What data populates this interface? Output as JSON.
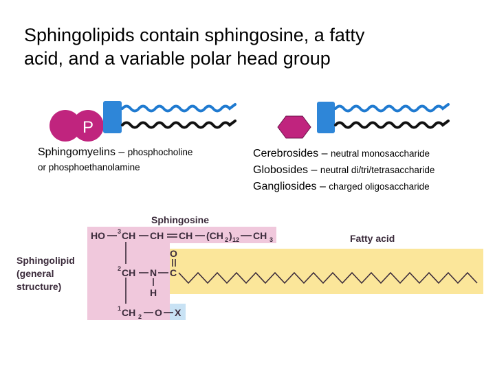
{
  "title": {
    "line1": "Sphingolipids contain sphingosine, a fatty",
    "line2": "acid, and a variable polar head group"
  },
  "left_molecule": {
    "head_label": "P",
    "caption_main": "Sphingomyelins – ",
    "caption_detail": "phosphocholine",
    "caption_line2": "or phosphoethanolamine"
  },
  "right_molecule": {
    "captions": [
      {
        "main": "Cerebrosides – ",
        "detail": "neutral monosaccharide"
      },
      {
        "main": "Globosides – ",
        "detail": "neutral di/tri/tetrasaccharide"
      },
      {
        "main": "Gangliosides – ",
        "detail": "charged oligosaccharide"
      }
    ]
  },
  "structure": {
    "sphingosine_label": "Sphingosine",
    "fatty_acid_label": "Fatty acid",
    "side_label": [
      "Sphingolipid",
      "(general",
      "structure)"
    ],
    "row1": {
      "ho": "HO",
      "c3": "3",
      "ch": "CH",
      "ch2": "CH",
      "ch3": "CH",
      "chain": "(CH",
      "sub2": "2",
      "sub12": "12",
      "end": "CH",
      "sub3": "3"
    },
    "row2": {
      "c2": "2",
      "ch": "CH",
      "n": "N",
      "c": "C",
      "o": "O",
      "h": "H"
    },
    "row3": {
      "c1": "1",
      "ch2": "CH",
      "sub2": "2",
      "o": "O",
      "x": "X"
    }
  },
  "colors": {
    "pink_region": "#f0c8dc",
    "yellow_region": "#fbe69a",
    "x_box": "#c8e2f4",
    "head_circle": "#c0247e",
    "head_P_text": "#ffffff",
    "hexagon": "#c0247e",
    "blue_block": "#2e86d8",
    "wave_blue": "#1f7ad0",
    "wave_black": "#111111",
    "text_dark": "#3a2a3a"
  }
}
